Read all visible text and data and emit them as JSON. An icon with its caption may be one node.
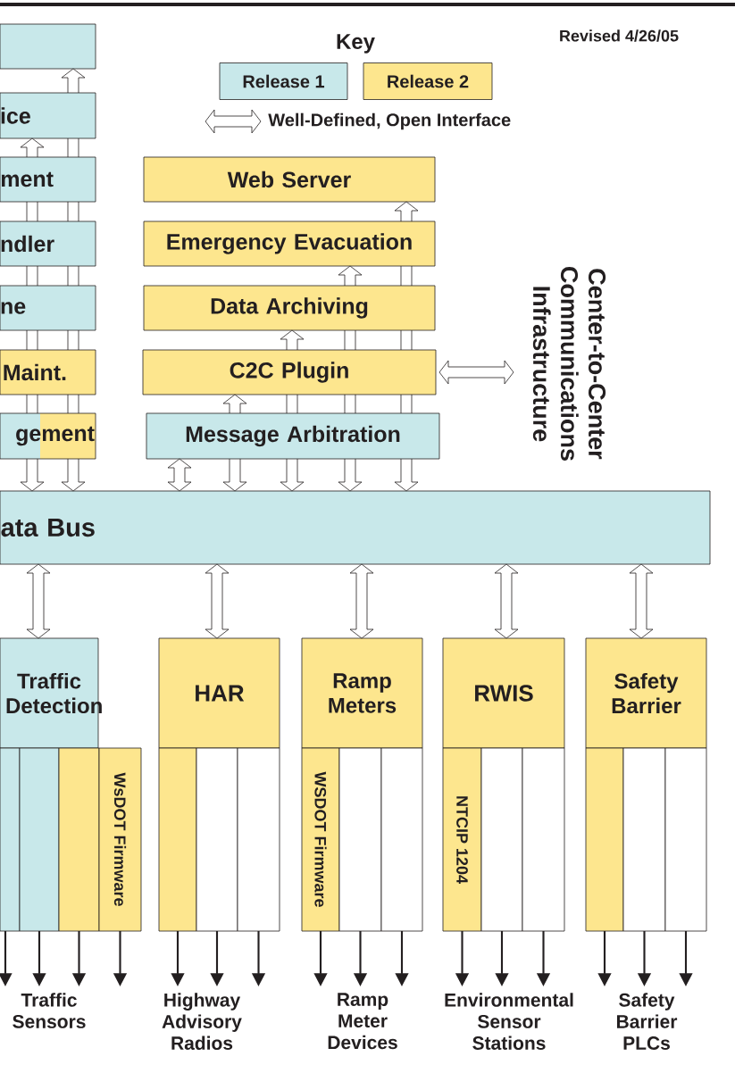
{
  "diagram": {
    "nodes": [
      {
        "text": [],
        "shape": "box"
      },
      {
        "text": [
          "ice"
        ]
      },
      {
        "text": [
          "ment"
        ]
      },
      {
        "text": [
          "ndler"
        ]
      },
      {
        "text": [
          "ne"
        ]
      },
      {
        "text": [
          "Maint."
        ]
      },
      {
        "text": [
          "gement"
        ]
      },
      {
        "text": [
          "Web Server"
        ]
      },
      {
        "text": [
          "Emergency Evacuation"
        ]
      },
      {
        "text": [
          "Data Archiving"
        ]
      },
      {
        "text": [
          "C2C Plugin"
        ]
      },
      {
        "text": [
          "Message Arbitration"
        ]
      },
      {
        "text": [
          "Center-to-Center Communications Infrastructure"
        ]
      },
      {
        "text": [
          "ata Bus"
        ]
      },
      {
        "text": [
          "Traffic Detection"
        ]
      },
      {
        "text": [
          "HAR"
        ]
      },
      {
        "text": [
          "Ramp Meters"
        ]
      },
      {
        "text": [
          "RWIS"
        ]
      },
      {
        "text": [
          "Safety Barrier"
        ]
      },
      {
        "text": [],
        "shape": "box"
      },
      {
        "text": [],
        "shape": "box"
      },
      {
        "text": [],
        "shape": "box"
      },
      {
        "text": [
          "WsDOT Firmware"
        ]
      },
      {
        "text": [],
        "shape": "box"
      },
      {
        "text": [],
        "shape": "box"
      },
      {
        "text": [],
        "shape": "box"
      },
      {
        "text": [
          "WSDOT Firmware"
        ]
      },
      {
        "text": [],
        "shape": "box"
      },
      {
        "text": [],
        "shape": "box"
      },
      {
        "text": [
          "NTCIP 1204"
        ]
      },
      {
        "text": [],
        "shape": "box"
      },
      {
        "text": [],
        "shape": "box"
      },
      {
        "text": [],
        "shape": "box"
      },
      {
        "text": [],
        "shape": "box"
      },
      {
        "text": [],
        "shape": "box"
      },
      {
        "text": [
          "Traffic Sensors"
        ]
      },
      {
        "text": [
          "Highway Advisory Radios"
        ]
      },
      {
        "text": [
          "Ramp Meter Devices"
        ]
      },
      {
        "text": [
          "Environmental Sensor Stations"
        ]
      },
      {
        "text": [
          "Safety Barrier PLCs"
        ]
      }
    ],
    "edges": [
      {
        "from": 1,
        "to": 0,
        "arrow": "to"
      },
      {
        "from": 1,
        "to": 2,
        "arrow": "none"
      },
      {
        "from": 2,
        "to": 3,
        "arrow": "none"
      },
      {
        "from": 3,
        "to": 4,
        "arrow": "none"
      },
      {
        "from": 4,
        "to": 5,
        "arrow": "none"
      },
      {
        "from": 5,
        "to": 6,
        "arrow": "none"
      },
      {
        "from": 6,
        "to": 13,
        "arrow": "to"
      },
      {
        "from": 2,
        "to": 1,
        "arrow": "to"
      },
      {
        "from": 2,
        "to": 3,
        "arrow": "none"
      },
      {
        "from": 3,
        "to": 4,
        "arrow": "none"
      },
      {
        "from": 4,
        "to": 5,
        "arrow": "none"
      },
      {
        "from": 5,
        "to": 6,
        "arrow": "none"
      },
      {
        "from": 6,
        "to": 13,
        "arrow": "to"
      },
      {
        "from": 8,
        "to": 7,
        "arrow": "to"
      },
      {
        "from": 8,
        "to": 9,
        "arrow": "none"
      },
      {
        "from": 9,
        "to": 10,
        "arrow": "none"
      },
      {
        "from": 10,
        "to": 11,
        "arrow": "none"
      },
      {
        "from": 11,
        "to": 13,
        "arrow": "to"
      },
      {
        "from": 9,
        "to": 8,
        "arrow": "to"
      },
      {
        "from": 9,
        "to": 10,
        "arrow": "none"
      },
      {
        "from": 10,
        "to": 11,
        "arrow": "none"
      },
      {
        "from": 11,
        "to": 13,
        "arrow": "to"
      },
      {
        "from": 10,
        "to": 9,
        "arrow": "to"
      },
      {
        "from": 10,
        "to": 11,
        "arrow": "none"
      },
      {
        "from": 11,
        "to": 13,
        "arrow": "to"
      },
      {
        "from": 11,
        "to": 10,
        "arrow": "to"
      },
      {
        "from": 11,
        "to": 13,
        "arrow": "to"
      },
      {
        "from": 11,
        "to": 13,
        "arrow": "both"
      },
      {
        "from": 10,
        "to": 12,
        "arrow": "both"
      },
      {
        "from": 13,
        "to": 14,
        "arrow": "both"
      },
      {
        "from": 13,
        "to": 15,
        "arrow": "both"
      },
      {
        "from": 13,
        "to": 16,
        "arrow": "both"
      },
      {
        "from": 13,
        "to": 17,
        "arrow": "both"
      },
      {
        "from": 13,
        "to": 18,
        "arrow": "both"
      },
      {
        "from": 19,
        "to": 35,
        "arrow": "to"
      },
      {
        "from": 20,
        "to": 35,
        "arrow": "to"
      },
      {
        "from": 21,
        "to": 35,
        "arrow": "to"
      },
      {
        "from": 22,
        "to": 35,
        "arrow": "to"
      },
      {
        "from": 23,
        "to": 36,
        "arrow": "to"
      },
      {
        "from": 24,
        "to": 36,
        "arrow": "to"
      },
      {
        "from": 25,
        "to": 36,
        "arrow": "to"
      },
      {
        "from": 26,
        "to": 37,
        "arrow": "to"
      },
      {
        "from": 27,
        "to": 37,
        "arrow": "to"
      },
      {
        "from": 28,
        "to": 37,
        "arrow": "to"
      },
      {
        "from": 29,
        "to": 38,
        "arrow": "to"
      },
      {
        "from": 30,
        "to": 38,
        "arrow": "to"
      },
      {
        "from": 31,
        "to": 38,
        "arrow": "to"
      },
      {
        "from": 32,
        "to": 39,
        "arrow": "to"
      },
      {
        "from": 33,
        "to": 39,
        "arrow": "to"
      },
      {
        "from": 34,
        "to": 39,
        "arrow": "to"
      }
    ],
    "labels": [
      "Key",
      "Revised 4/26/05"
    ],
    "legend": [
      {
        "text": "Release 1",
        "color": "#c8e8ea"
      },
      {
        "text": "Release 2",
        "color": "#fde68e"
      },
      {
        "text": "Well-Defined, Open Interface"
      }
    ]
  }
}
